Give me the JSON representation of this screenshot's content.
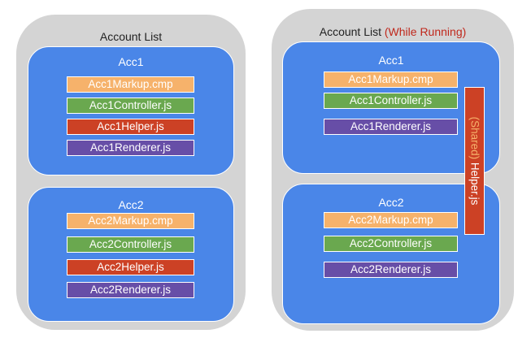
{
  "left_panel": {
    "title": "Account List",
    "acc1": {
      "title": "Acc1",
      "files": [
        "Acc1Markup.cmp",
        "Acc1Controller.js",
        "Acc1Helper.js",
        "Acc1Renderer.js"
      ]
    },
    "acc2": {
      "title": "Acc2",
      "files": [
        "Acc2Markup.cmp",
        "Acc2Controller.js",
        "Acc2Helper.js",
        "Acc2Renderer.js"
      ]
    }
  },
  "right_panel": {
    "title": "Account List",
    "title_suffix": "(While Running)",
    "acc1": {
      "title": "Acc1",
      "files": [
        "Acc1Markup.cmp",
        "Acc1Controller.js",
        "Acc1Renderer.js"
      ]
    },
    "acc2": {
      "title": "Acc2",
      "files": [
        "Acc2Markup.cmp",
        "Acc2Controller.js",
        "Acc2Renderer.js"
      ]
    },
    "shared_helper": {
      "prefix": "(Shared)",
      "label": "Helper.js"
    }
  },
  "colors": {
    "panel_bg": "#d4d4d4",
    "component_bg": "#4a86e8",
    "markup": "#f6b26b",
    "controller": "#6aa84f",
    "helper": "#cc4125",
    "renderer": "#674ea7",
    "accent_text": "#c0281c"
  }
}
